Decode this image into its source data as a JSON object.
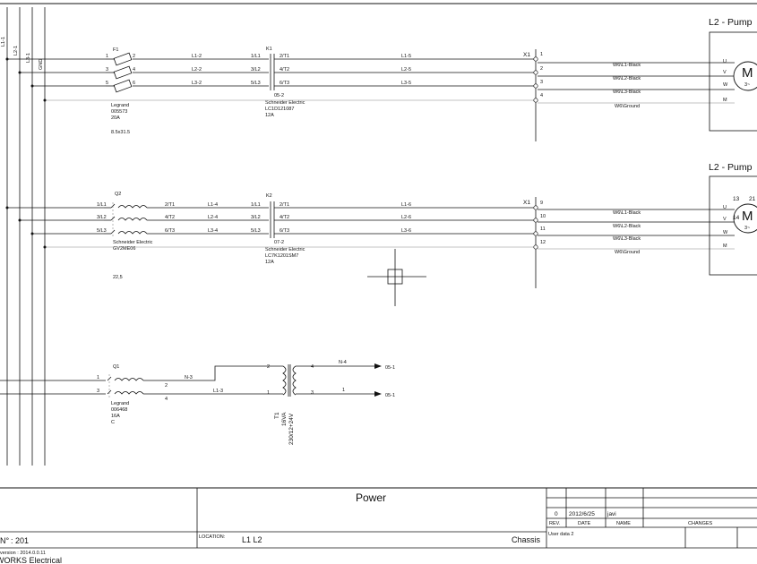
{
  "bus_labels": [
    "L1-1",
    "L2-1",
    "L3-1",
    "GND"
  ],
  "pump1": {
    "title": "L2 - Pump",
    "motor_letter": "M",
    "motor_phase": "3~",
    "terms": [
      "U",
      "V",
      "W",
      "M"
    ],
    "fuse": {
      "tag": "F1",
      "nums": [
        "1",
        "2",
        "3",
        "4",
        "5",
        "6"
      ],
      "maker": "Legrand",
      "model": "005573",
      "rating": "20A",
      "size": "8.5x31.5"
    },
    "wires_a": [
      "L1-2",
      "L2-2",
      "L3-2"
    ],
    "contactor": {
      "tag": "K1",
      "left": [
        "1/L1",
        "3/L2",
        "5/L3"
      ],
      "right": [
        "2/T1",
        "4/T2",
        "6/T3"
      ],
      "ref": "05-2",
      "maker": "Schneider Electric",
      "model": "LC1D121087",
      "rating": "12A"
    },
    "wires_b": [
      "L1-5",
      "L2-5",
      "L3-5"
    ],
    "terminal": {
      "tag": "X1",
      "nums": [
        "1",
        "2",
        "3",
        "4"
      ]
    },
    "cables": [
      "W6\\L1-Black",
      "W6\\L2-Black",
      "W6\\L3-Black",
      "W6\\Ground"
    ]
  },
  "pump2": {
    "title": "L2 - Pump",
    "motor_letter": "M",
    "motor_phase": "3~",
    "motor_pins": [
      "13",
      "21",
      "14"
    ],
    "terms": [
      "U",
      "V",
      "W",
      "M"
    ],
    "breaker": {
      "tag": "Q2",
      "left": [
        "1/L1",
        "3/L2",
        "5/L3"
      ],
      "right": [
        "2/T1",
        "4/T2",
        "6/T3"
      ],
      "maker": "Schneider Electric",
      "model": "GV2ME06",
      "setting": "22,5"
    },
    "wires_a": [
      "L1-4",
      "L2-4",
      "L3-4"
    ],
    "contactor": {
      "tag": "K2",
      "left": [
        "1/L1",
        "3/L2",
        "5/L3"
      ],
      "right": [
        "2/T1",
        "4/T2",
        "6/T3"
      ],
      "ref": "07-2",
      "maker": "Schneider Electric",
      "model": "LC7K1201SM7",
      "rating": "12A"
    },
    "wires_b": [
      "L1-6",
      "L2-6",
      "L3-6"
    ],
    "terminal": {
      "tag": "X1",
      "nums": [
        "9",
        "10",
        "11",
        "12"
      ]
    },
    "cables": [
      "W6\\L1-Black",
      "W6\\L2-Black",
      "W6\\L3-Black",
      "W6\\Ground"
    ]
  },
  "control": {
    "breaker": {
      "tag": "Q1",
      "nums": [
        "1",
        "2",
        "3",
        "4"
      ],
      "maker": "Legrand",
      "model": "006468",
      "rating": "16A",
      "curve": "C"
    },
    "wire_n3": "N-3",
    "wire_l13": "L1-3",
    "transformer": {
      "tag": "T1",
      "power": "16VA",
      "ratio": "230/12+24V",
      "pins": [
        "2",
        "4",
        "1",
        "3"
      ]
    },
    "out_wires": [
      "N-4",
      "1"
    ],
    "out_refs": [
      "05-1",
      "05-1"
    ]
  },
  "title_block": {
    "title": "Power",
    "sheet_label": "N°",
    "sheet_no": ": 201",
    "location_label": "LOCATION:",
    "location": "L1 L2",
    "chassis": "Chassis",
    "rev_row": {
      "rev": "0",
      "date": "2012/6/25",
      "name": "javi"
    },
    "rev_headers": [
      "REV.",
      "DATE",
      "NAME",
      "CHANGES"
    ],
    "user_data": "User data 2",
    "version_text": "version : 2014.0.0.11",
    "software": "WORKS Electrical"
  }
}
